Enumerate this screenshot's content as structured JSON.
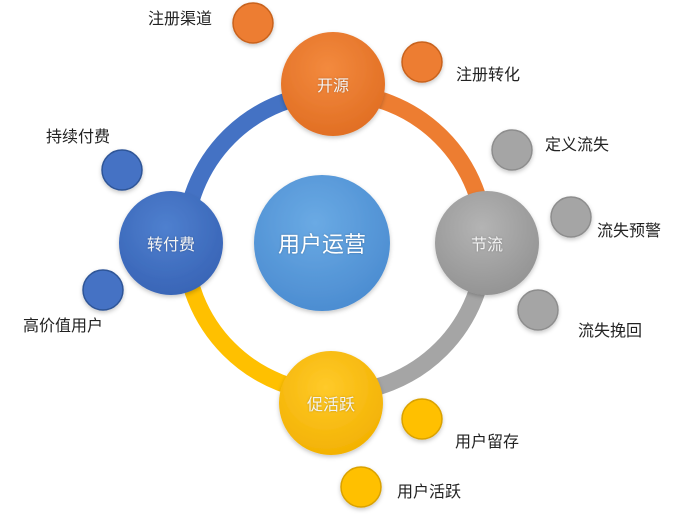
{
  "center": {
    "label": "用户运营",
    "color": "#5b9bd5"
  },
  "nodes": [
    {
      "id": "kaiyuan",
      "label": "开源",
      "color": "#ed7d31",
      "satellites": [
        {
          "label": "注册渠道"
        },
        {
          "label": "注册转化"
        }
      ]
    },
    {
      "id": "jieliu",
      "label": "节流",
      "color": "#a5a5a5",
      "satellites": [
        {
          "label": "定义流失"
        },
        {
          "label": "流失预警"
        },
        {
          "label": "流失挽回"
        }
      ]
    },
    {
      "id": "cuhuoyue",
      "label": "促活跃",
      "color": "#ffc000",
      "satellites": [
        {
          "label": "用户留存"
        },
        {
          "label": "用户活跃"
        }
      ]
    },
    {
      "id": "zhuanfufei",
      "label": "转付费",
      "color": "#4472c4",
      "satellites": [
        {
          "label": "持续付费"
        },
        {
          "label": "高价值用户"
        }
      ]
    }
  ],
  "ring_colors": {
    "top_to_right": "#ed7d31",
    "right_to_bottom": "#a5a5a5",
    "bottom_to_left": "#ffc000",
    "left_to_top": "#4472c4"
  }
}
